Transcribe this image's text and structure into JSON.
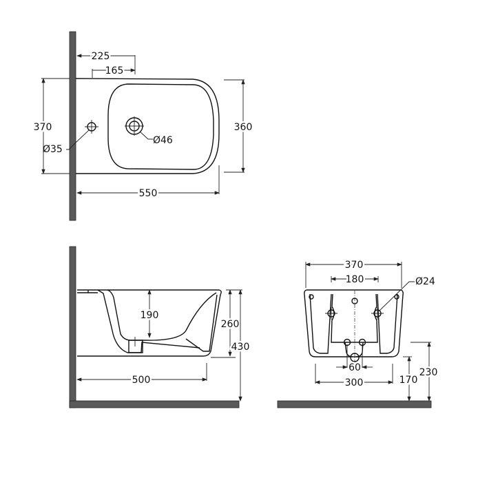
{
  "top_view": {
    "dim_wall_to_tap": "225",
    "dim_hole_to_tap": "165",
    "dim_depth_wall": "370",
    "dim_depth_front": "360",
    "dim_length": "550",
    "hole_small": "Ø35",
    "hole_tap": "Ø46"
  },
  "side_view": {
    "dim_bowl_depth": "190",
    "dim_height": "260",
    "dim_top_from_floor": "430",
    "dim_projection": "500"
  },
  "rear_view": {
    "dim_width": "370",
    "dim_fixing_spacing": "180",
    "fixing_hole": "Ø24",
    "dim_waste_spacing": "60",
    "dim_base_width": "300",
    "dim_bottom_from_floor": "170",
    "dim_waste_from_floor": "230"
  }
}
